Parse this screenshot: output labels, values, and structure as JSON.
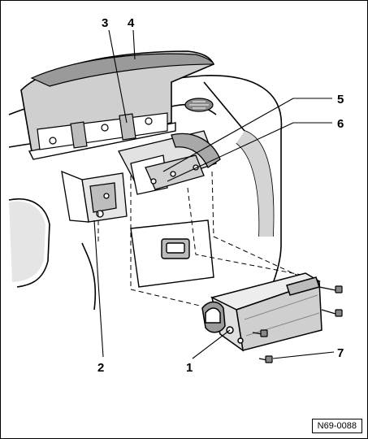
{
  "callouts": {
    "c1": "1",
    "c2": "2",
    "c3": "3",
    "c4": "4",
    "c5": "5",
    "c6": "6",
    "c7": "7"
  },
  "reference_code": "N69-0088",
  "colors": {
    "ink": "#000000",
    "shade": "#c8c8c8",
    "dark_shade": "#8a8a8a",
    "paper": "#ffffff"
  }
}
